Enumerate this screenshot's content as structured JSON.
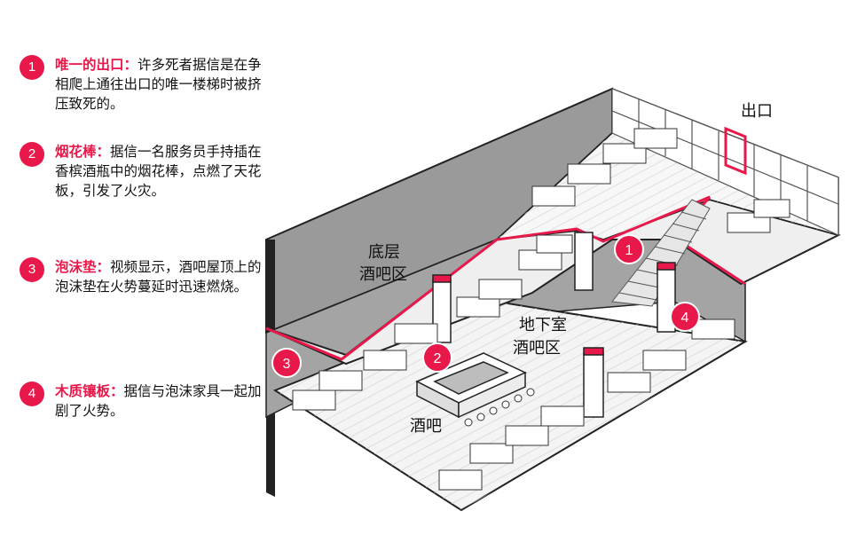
{
  "legend": [
    {
      "num": "1",
      "term": "唯一的出口：",
      "desc": "许多死者据信是在争相爬上通往出口的唯一楼梯时被挤压致死的。"
    },
    {
      "num": "2",
      "term": "烟花棒：",
      "desc": "据信一名服务员手持插在香槟酒瓶中的烟花棒，点燃了天花板，引发了火灾。"
    },
    {
      "num": "3",
      "term": "泡沫垫：",
      "desc": "视频显示，酒吧屋顶上的泡沫垫在火势蔓延时迅速燃烧。"
    },
    {
      "num": "4",
      "term": "木质镶板：",
      "desc": "据信与泡沫家具一起加剧了火势。"
    }
  ],
  "labels": {
    "exit": "出口",
    "ground_bar_line1": "底层",
    "ground_bar_line2": "酒吧区",
    "basement_line1": "地下室",
    "basement_line2": "酒吧区",
    "bar": "酒吧"
  },
  "markers": [
    "1",
    "2",
    "3",
    "4"
  ],
  "colors": {
    "accent": "#e8194a",
    "wall": "#9a9a9a",
    "floor": "#f2f2f2"
  }
}
